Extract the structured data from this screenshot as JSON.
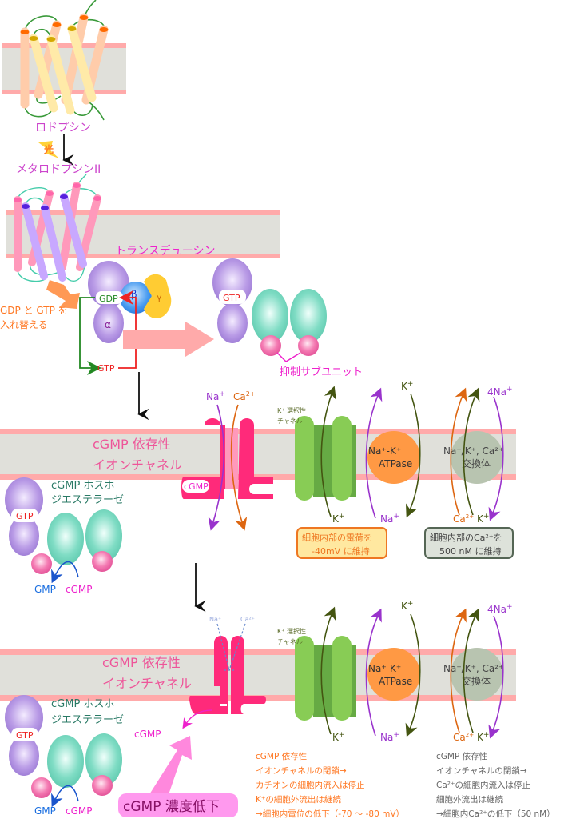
{
  "colors": {
    "membrane_core": "#e0e0da",
    "membrane_edge": "#ffaaaa",
    "magenta_text": "#cc44cc",
    "pink_text": "#ee4499",
    "orange_text": "#ff7722",
    "teal_text": "#2a7a66",
    "gray_text": "#666666",
    "channel": "#ff2a7a",
    "k_channel": "#88cc55",
    "atpase": "#ff9944",
    "exchanger": "#b8c4b0",
    "na_arrow": "#9933cc",
    "ca_arrow": "#dd6611",
    "k_arrow": "#445511"
  },
  "stage1": {
    "rhodopsin_label": "ロドプシン",
    "light_label": "光",
    "metarhodopsin_label": "メタロドプシンII"
  },
  "stage2": {
    "transducin_label": "トランスデューシン",
    "exchange_label_line1": "GDP と  GTP を",
    "exchange_label_line2": "入れ替える",
    "gdp": "GDP",
    "gtp_loop": "GTP",
    "alpha": "α",
    "beta": "β",
    "gamma": "γ",
    "gtp_bound": "GTP",
    "inhibitory_subunit_label": "抑制サブユニット"
  },
  "stage3": {
    "channel_label_line1": "cGMP 依存性",
    "channel_label_line2": "イオンチャネル",
    "pde_label_line1": "cGMP ホスホ",
    "pde_label_line2": "ジエステラーゼ",
    "gtp": "GTP",
    "gmp": "GMP",
    "cgmp": "cGMP",
    "channel_cgmp": "cGMP",
    "na_ion": "Na",
    "ca_ion": "Ca",
    "plus": "+",
    "two_plus": "2+",
    "k_channel_label_line1": "K⁺ 選択性",
    "k_channel_label_line2": "チャネル",
    "k_ion": "K",
    "atpase_line1": "Na⁺-K⁺",
    "atpase_line2": "ATPase",
    "exchanger_line1": "Na⁺/K⁺, Ca²⁺",
    "exchanger_line2": "交換体",
    "four_na": "4Na",
    "box1_line1": "細胞内部の電荷を",
    "box1_line2": "-40mV に維持",
    "box2_line1": "細胞内部のCa²⁺を",
    "box2_line2": "500 nM に維持"
  },
  "stage4": {
    "channel_label_line1": "cGMP 依存性",
    "channel_label_line2": "イオンチャネル",
    "pde_label_line1": "cGMP ホスホ",
    "pde_label_line2": "ジエステラーゼ",
    "gtp": "GTP",
    "gmp": "GMP",
    "cgmp": "cGMP",
    "released_cgmp": "cGMP",
    "na_faded": "Na⁺",
    "ca_faded": "Ca²⁺",
    "cgmp_drop_label": "cGMP 濃度低下",
    "k_channel_label_line1": "K⁺ 選択性",
    "k_channel_label_line2": "チャネル",
    "atpase_line1": "Na⁺-K⁺",
    "atpase_line2": "ATPase",
    "exchanger_line1": "Na⁺/K⁺, Ca²⁺",
    "exchanger_line2": "交換体",
    "note_orange": [
      "cGMP 依存性",
      "イオンチャネルの閉鎖→",
      "カチオンの細胞内流入は停止",
      "K⁺の細胞外流出は継続",
      "→細胞内電位の低下（-70 〜 -80 mV）"
    ],
    "note_gray": [
      "cGMP 依存性",
      "イオンチャネルの閉鎖→",
      "Ca²⁺の細胞内流入は停止",
      "細胞外流出は継続",
      "→細胞内Ca²⁺の低下（50 nM）"
    ]
  }
}
